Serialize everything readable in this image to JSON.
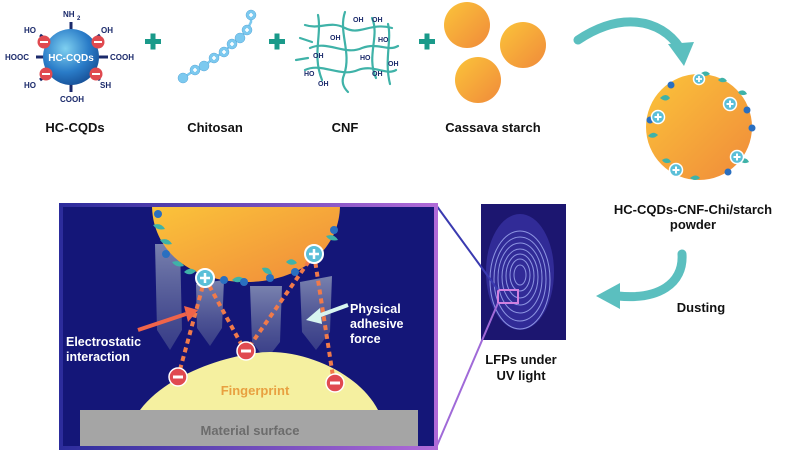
{
  "components": {
    "cqd": {
      "label": "HC-CQDs",
      "core_label": "HC-CQDs",
      "groups": [
        "NH",
        "2",
        "HO",
        "OH",
        "HOOC",
        "COOH",
        "HO",
        "SH",
        "COOH"
      ]
    },
    "chitosan": {
      "label": "Chitosan"
    },
    "cnf": {
      "label": "CNF",
      "groups": [
        "OH",
        "OH",
        "OH",
        "HO",
        "OH",
        "HO",
        "OH",
        "OH",
        "OH",
        "HO"
      ]
    },
    "starch": {
      "label": "Cassava starch"
    }
  },
  "composite": {
    "label": "HC-CQDs-CNF-Chi/starch powder"
  },
  "dusting": {
    "label": "Dusting"
  },
  "fingerprint_photo": {
    "label": "LFPs under UV light"
  },
  "zoom_panel": {
    "electrostatic_label": "Electrostatic interaction",
    "adhesive_label": "Physical adhesive force",
    "fingerprint_label": "Fingerprint",
    "surface_label": "Material surface"
  },
  "colors": {
    "navy": "#141678",
    "teal": "#5bbfbf",
    "orange": "#f3a33a",
    "cqd_blue": "#2a6fc0",
    "negative_red": "#e04a50",
    "fingerprint_yellow": "#f5f0a0",
    "surface_gray": "#a5a5a5"
  }
}
